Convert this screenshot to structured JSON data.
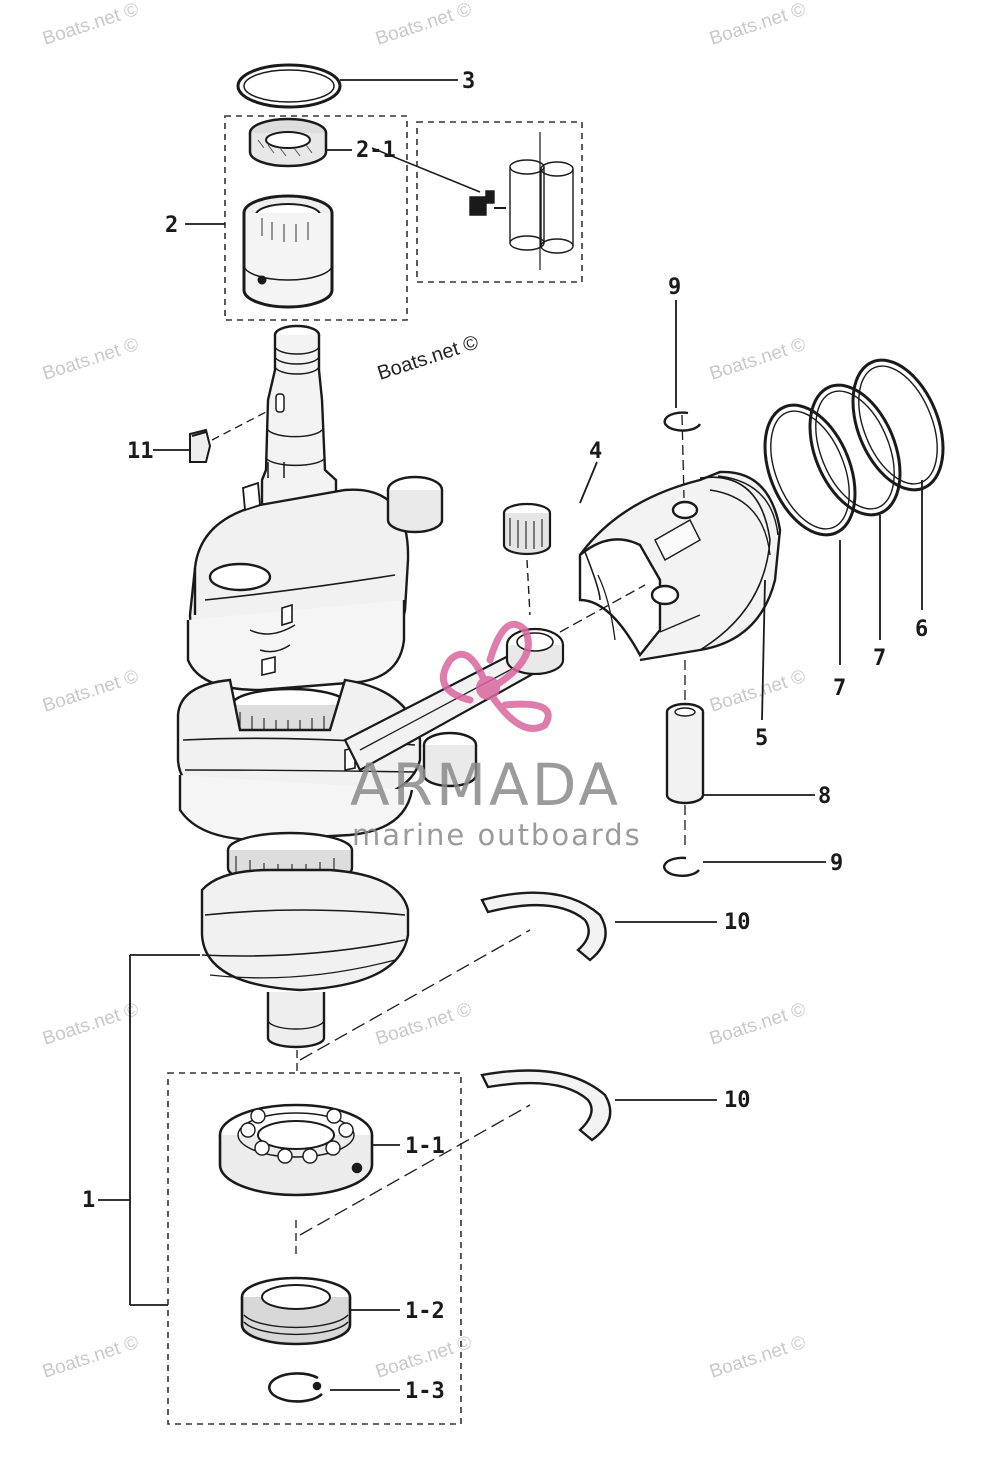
{
  "watermark": "Boats.net ©",
  "callouts": {
    "c1": "1",
    "c1_1": "1-1",
    "c1_2": "1-2",
    "c1_3": "1-3",
    "c2": "2",
    "c2_1": "2-1",
    "c3": "3",
    "c4": "4",
    "c5": "5",
    "c6": "6",
    "c7a": "7",
    "c7b": "7",
    "c8": "8",
    "c9a": "9",
    "c9b": "9",
    "c10a": "10",
    "c10b": "10",
    "c11": "11"
  },
  "brand": {
    "name": "ARMADA",
    "tagline": "marine outboards",
    "accent": "#d9669e"
  },
  "colors": {
    "ink": "#1a1a1a",
    "watermark": "#c9c9c9"
  }
}
